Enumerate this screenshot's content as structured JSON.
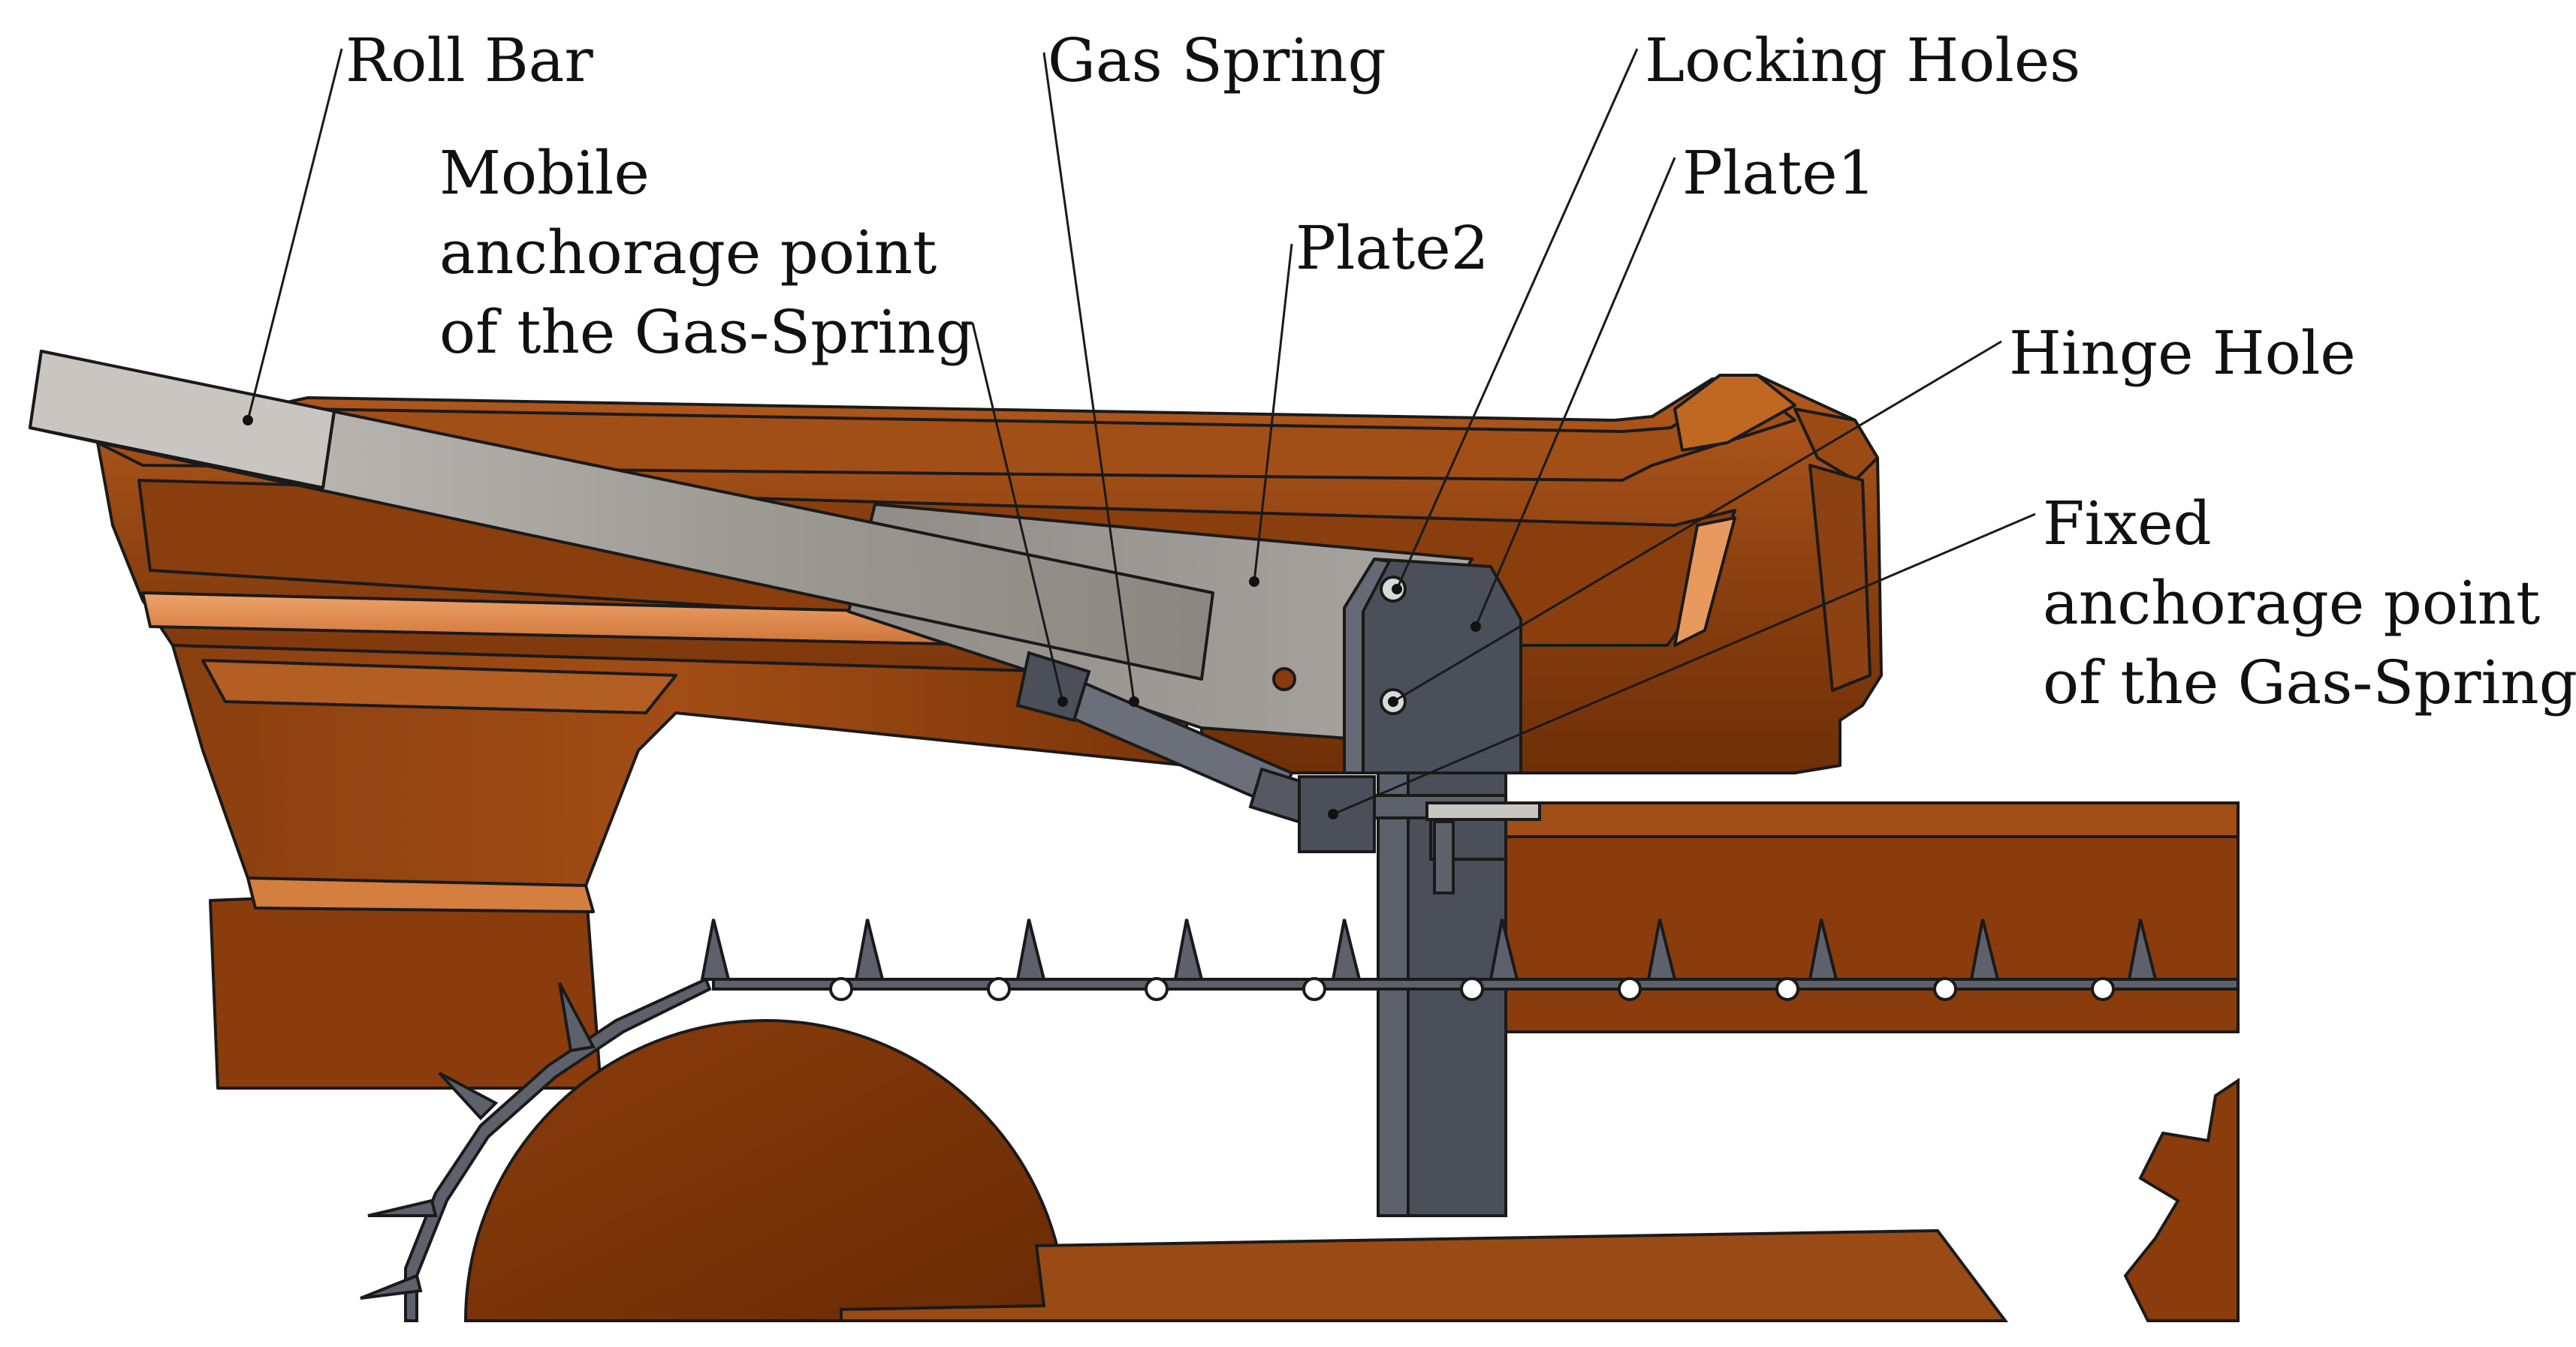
{
  "labels": {
    "roll_bar": "Roll Bar",
    "mobile_anchor": [
      "Mobile",
      "anchorage point",
      "of  the Gas-Spring"
    ],
    "gas_spring": "Gas Spring",
    "plate2": "Plate2",
    "locking_holes": "Locking Holes",
    "plate1": "Plate1",
    "hinge_hole": "Hinge Hole",
    "fixed_anchor": [
      "Fixed",
      "anchorage point",
      "of the Gas-Spring"
    ]
  },
  "colors": {
    "body_dark": "#7a3508",
    "body_mid": "#a04d14",
    "body_light": "#d98547",
    "body_highlight": "#eaa066",
    "steel_light": "#b7b3ad",
    "steel_mid": "#8f8b86",
    "plate_dark": "#4b4f5a",
    "plate_mid": "#5d616c",
    "outline": "#1a1a1a"
  }
}
